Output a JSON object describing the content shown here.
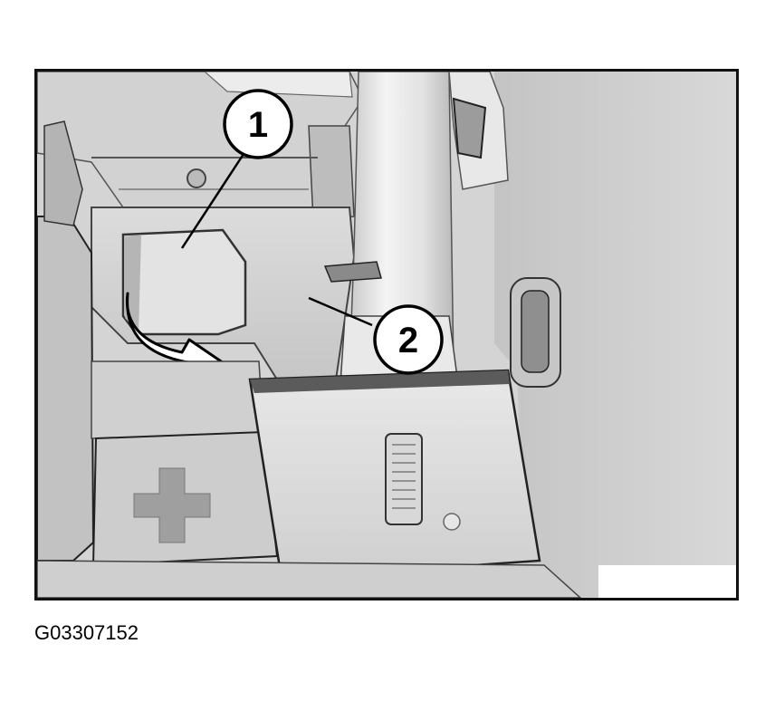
{
  "figure": {
    "figure_id": "G03307152",
    "callouts": [
      {
        "number": "1",
        "target": "trim-panel-recess"
      },
      {
        "number": "2",
        "target": "pillar-base"
      }
    ],
    "colors": {
      "background": "#ffffff",
      "frame": "#111111",
      "panel_light": "#e6e6e6",
      "panel_mid": "#c8c8c8",
      "panel_dark": "#9a9a9a",
      "shadow": "#2a2a2a"
    }
  }
}
